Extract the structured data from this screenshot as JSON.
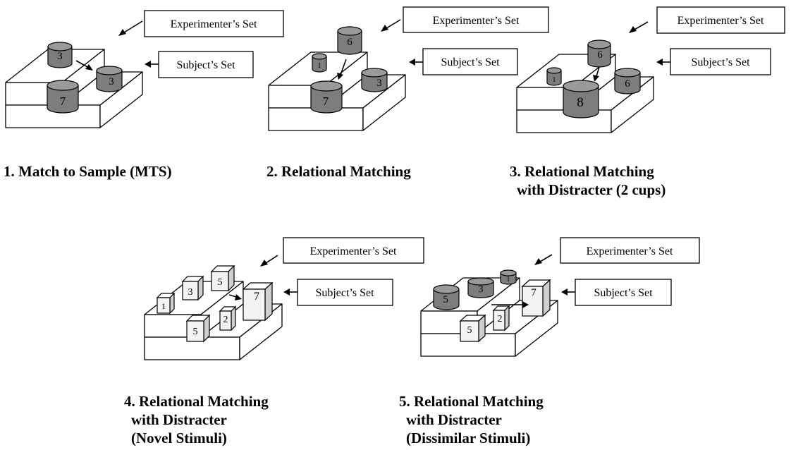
{
  "labels": {
    "experimenter": "Experimenter’s Set",
    "subject": "Subject’s Set"
  },
  "panels": [
    {
      "caption": [
        "1. Match to Sample (MTS)"
      ],
      "objects": [
        {
          "shape": "cup",
          "label": "3"
        },
        {
          "shape": "cup",
          "label": "3"
        },
        {
          "shape": "cup",
          "label": "7"
        }
      ]
    },
    {
      "caption": [
        "2. Relational Matching"
      ],
      "objects": [
        {
          "shape": "cup",
          "label": "6"
        },
        {
          "shape": "cup",
          "label": "1"
        },
        {
          "shape": "cup",
          "label": "3"
        },
        {
          "shape": "cup",
          "label": "7"
        }
      ]
    },
    {
      "caption": [
        "3. Relational Matching",
        "with Distracter (2 cups)"
      ],
      "objects": [
        {
          "shape": "cup",
          "label": "6"
        },
        {
          "shape": "cup",
          "label": "1"
        },
        {
          "shape": "cup",
          "label": "6"
        },
        {
          "shape": "cup",
          "label": "8"
        }
      ]
    },
    {
      "caption": [
        "4. Relational Matching",
        "with Distracter",
        "(Novel Stimuli)"
      ],
      "objects": [
        {
          "shape": "box",
          "label": "1"
        },
        {
          "shape": "box",
          "label": "3"
        },
        {
          "shape": "box",
          "label": "5"
        },
        {
          "shape": "box",
          "label": "7"
        },
        {
          "shape": "box",
          "label": "2"
        },
        {
          "shape": "box",
          "label": "5"
        }
      ]
    },
    {
      "caption": [
        "5. Relational Matching",
        "with Distracter",
        "(Dissimilar Stimuli)"
      ],
      "objects": [
        {
          "shape": "cup",
          "label": "5"
        },
        {
          "shape": "cup",
          "label": "3"
        },
        {
          "shape": "cup",
          "label": "1"
        },
        {
          "shape": "box",
          "label": "7"
        },
        {
          "shape": "box",
          "label": "2"
        },
        {
          "shape": "box",
          "label": "5"
        }
      ]
    }
  ]
}
